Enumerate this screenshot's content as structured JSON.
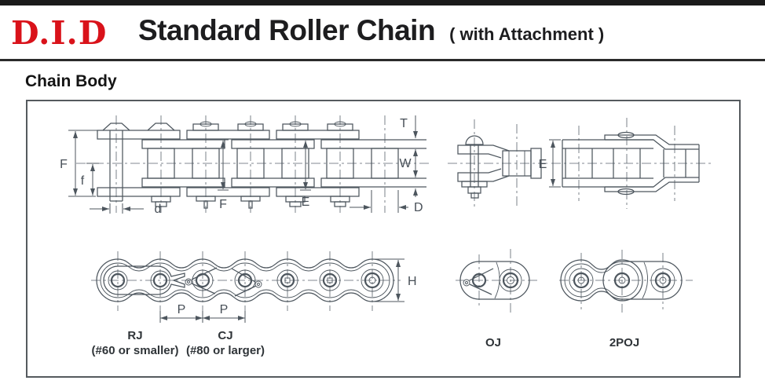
{
  "header": {
    "logo_text": "D.I.D",
    "title": "Standard Roller Chain",
    "subtitle": "( with Attachment )"
  },
  "section_heading": "Chain Body",
  "dims": {
    "F": "F",
    "f": "f",
    "d": "d",
    "F2": "F",
    "E2": "E",
    "T": "T",
    "W": "W",
    "D": "D",
    "E": "E",
    "H": "H",
    "P1": "P",
    "P2": "P"
  },
  "captions": {
    "rj": "RJ",
    "rj_note": "(#60 or smaller)",
    "cj": "CJ",
    "cj_note": "(#80 or larger)",
    "oj": "OJ",
    "poj": "2POJ"
  },
  "colors": {
    "logo_red": "#d9121a",
    "line_gray": "#4d565e",
    "text_dark": "#1d1d1f"
  }
}
